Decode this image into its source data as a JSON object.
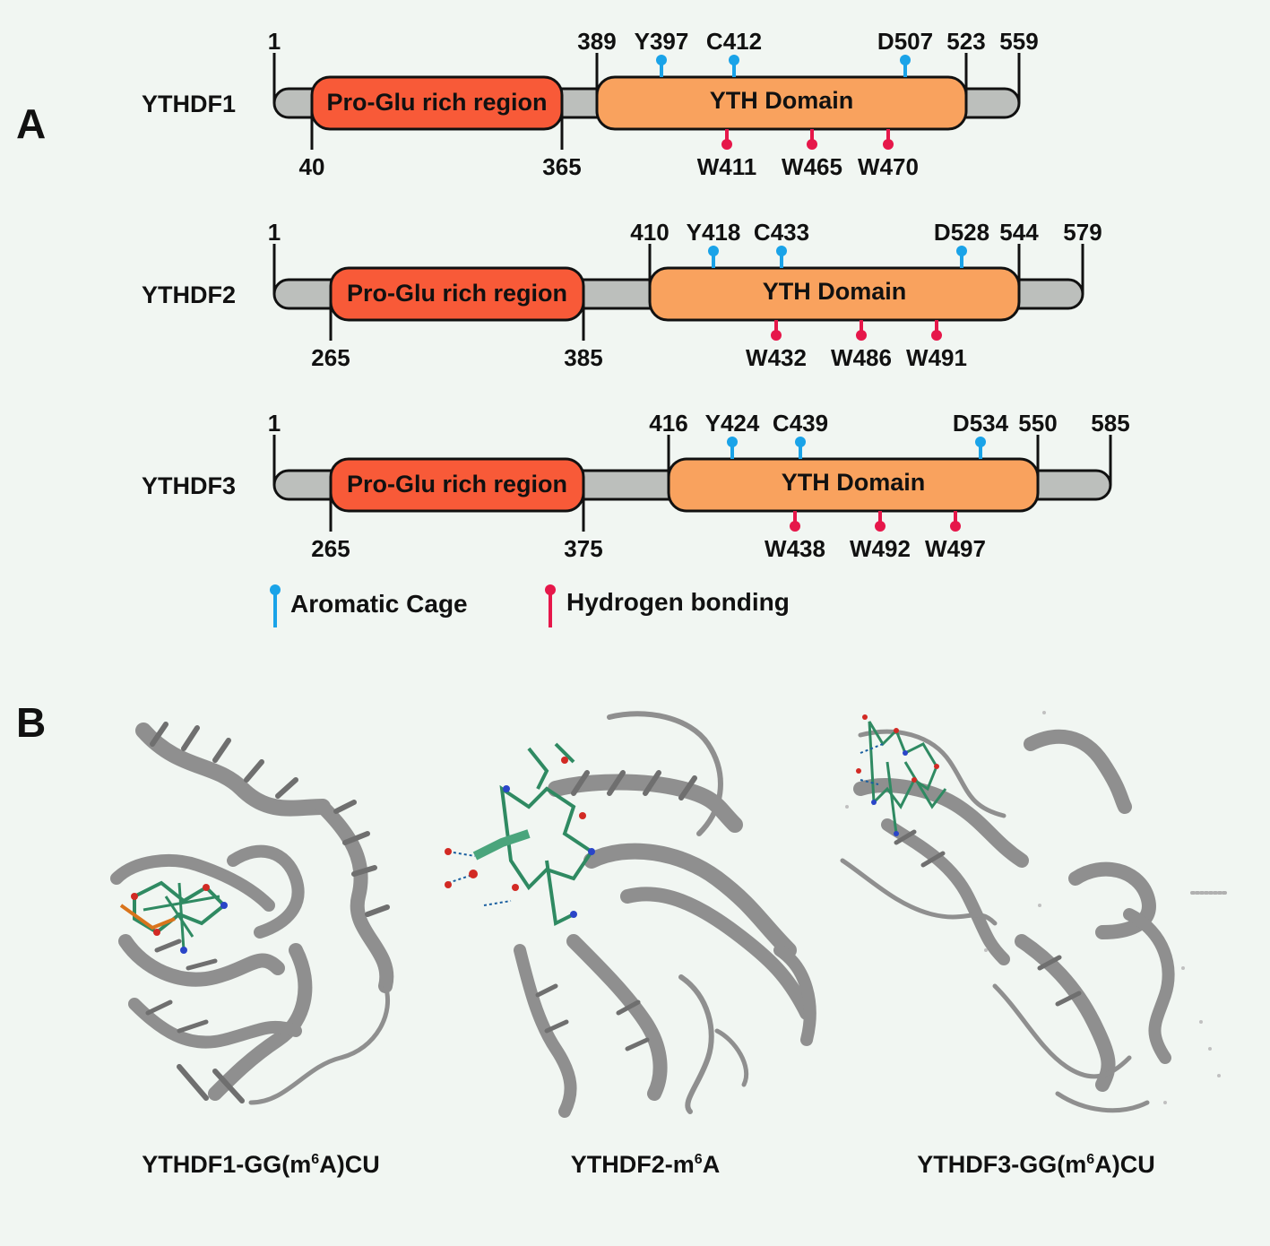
{
  "panels": {
    "a": "A",
    "b": "B"
  },
  "colors": {
    "backbone": "#bcbfbc",
    "pro_glu": "#f85a38",
    "yth": "#f9a25e",
    "aromatic": "#1aa3e8",
    "hbond": "#e6174a",
    "ribbon": "#8f8f8f",
    "ribbon_dark": "#6f6f6f",
    "ligand": "#2f8a62",
    "oxygen": "#d22a24",
    "nitrogen": "#2a45c8"
  },
  "proteins": [
    {
      "name": "YTHDF1",
      "length": 559,
      "start_label": "1",
      "end_label": "559",
      "pro_glu": {
        "label": "Pro-Glu rich region",
        "start": "40",
        "end": "365"
      },
      "yth": {
        "label": "YTH Domain",
        "start": "389",
        "end": "523"
      },
      "aromatic": [
        "Y397",
        "C412",
        "D507"
      ],
      "hbond": [
        "W411",
        "W465",
        "W470"
      ]
    },
    {
      "name": "YTHDF2",
      "length": 579,
      "start_label": "1",
      "end_label": "579",
      "pro_glu": {
        "label": "Pro-Glu rich region",
        "start": "265",
        "end": "385"
      },
      "yth": {
        "label": "YTH Domain",
        "start": "410",
        "end": "544"
      },
      "aromatic": [
        "Y418",
        "C433",
        "D528"
      ],
      "hbond": [
        "W432",
        "W486",
        "W491"
      ]
    },
    {
      "name": "YTHDF3",
      "length": 585,
      "start_label": "1",
      "end_label": "585",
      "pro_glu": {
        "label": "Pro-Glu rich region",
        "start": "265",
        "end": "375"
      },
      "yth": {
        "label": "YTH Domain",
        "start": "416",
        "end": "550"
      },
      "aromatic": [
        "Y424",
        "C439",
        "D534"
      ],
      "hbond": [
        "W438",
        "W492",
        "W497"
      ]
    }
  ],
  "legend": {
    "aromatic": "Aromatic Cage",
    "hbond": "Hydrogen bonding"
  },
  "structures": [
    {
      "prefix": "YTHDF1-GG(m",
      "sup": "6",
      "suffix": "A)CU"
    },
    {
      "prefix": "YTHDF2-m",
      "sup": "6",
      "suffix": "A"
    },
    {
      "prefix": "YTHDF3-GG(m",
      "sup": "6",
      "suffix": "A)CU"
    }
  ]
}
